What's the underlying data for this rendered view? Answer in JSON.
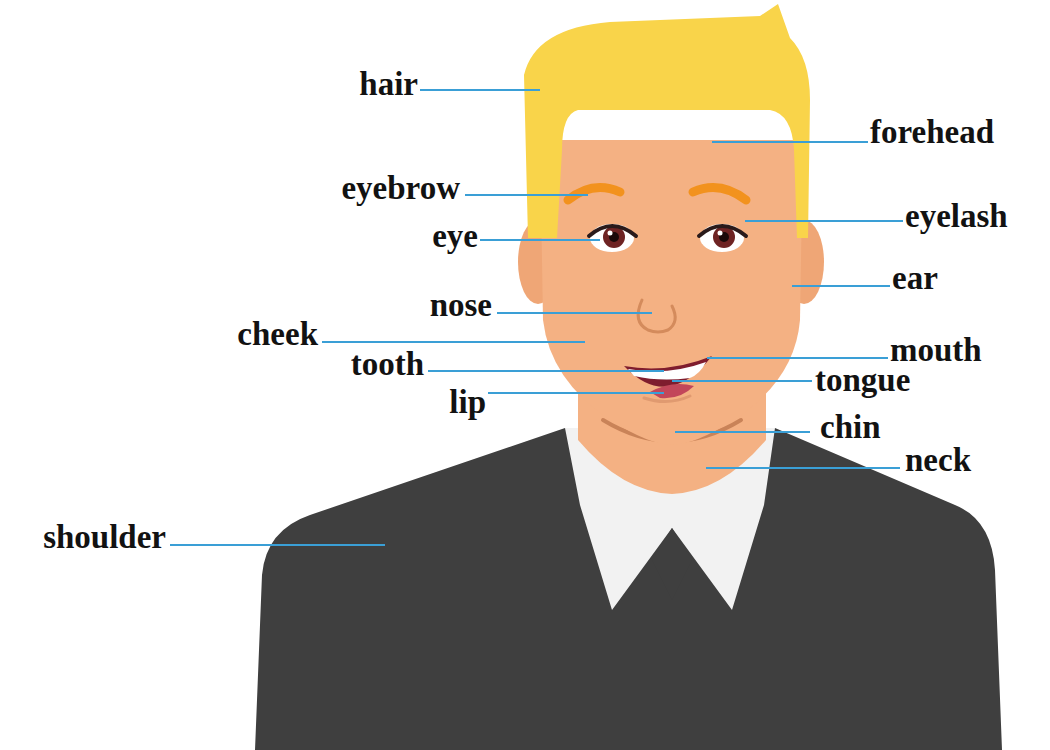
{
  "diagram": {
    "labels": [
      "hair",
      "forehead",
      "eyebrow",
      "eyelash",
      "eye",
      "ear",
      "nose",
      "cheek",
      "mouth",
      "tooth",
      "tongue",
      "lip",
      "chin",
      "neck",
      "shoulder"
    ]
  }
}
